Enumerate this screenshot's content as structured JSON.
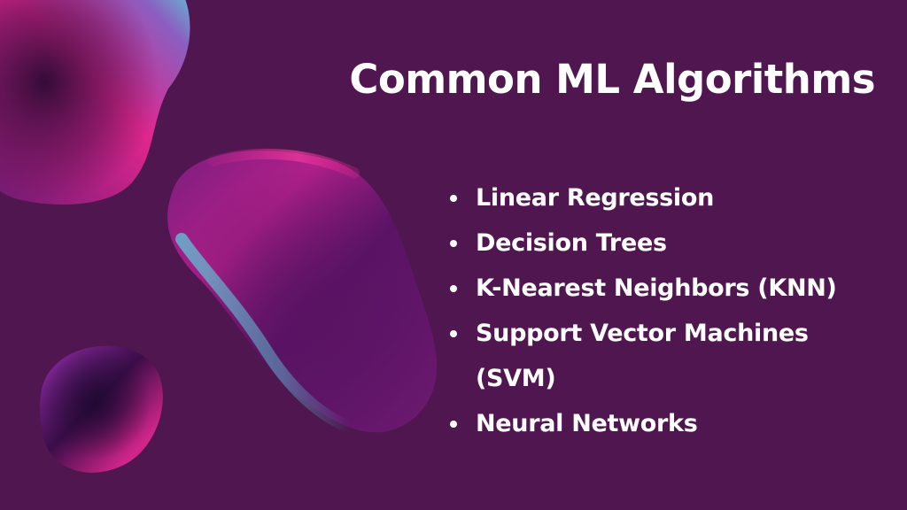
{
  "slide": {
    "title": "Common ML Algorithms",
    "bullets": [
      {
        "text": "Linear Regression"
      },
      {
        "text": "Decision Trees"
      },
      {
        "text": "K-Nearest Neighbors (KNN)"
      },
      {
        "text": "Support Vector Machines (SVM)"
      },
      {
        "text": "Neural Networks"
      }
    ]
  },
  "colors": {
    "background": "#4f1650",
    "text": "#ffffff",
    "blob_magenta": "#e0268e",
    "blob_cyan": "#5fc7d9",
    "blob_dark": "#2c0a33"
  }
}
